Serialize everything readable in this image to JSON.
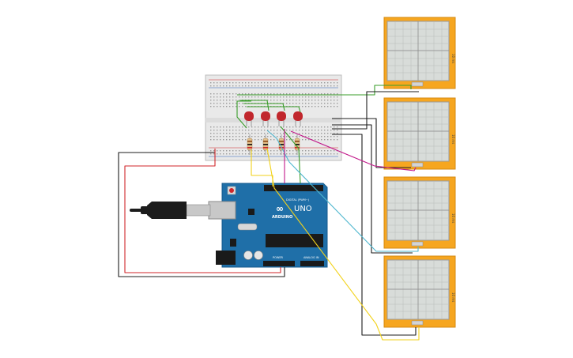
{
  "scene": {
    "board": {
      "brand_text": "ARDUINO",
      "model_text": "UNO",
      "logo_symbol": "∞",
      "digital_header_text": "DIGITAL (PWM~)",
      "power_header_text": "POWER",
      "analog_header_text": "ANALOG IN",
      "color": "#1f6fa8"
    },
    "oscilloscopes": [
      {
        "label": "10 ms",
        "color": "#f6a620"
      },
      {
        "label": "10 ms",
        "color": "#f6a620"
      },
      {
        "label": "10 ms",
        "color": "#f6a620"
      },
      {
        "label": "10 ms",
        "color": "#f6a620"
      }
    ],
    "breadboard": {
      "color": "#e9e9e9"
    },
    "leds": {
      "count": 4,
      "color": "#c1272d"
    },
    "resistors": {
      "count": 4
    },
    "usb_cable": {
      "color": "#1c1c1c"
    },
    "wire_colors": {
      "green": "#3a9d2a",
      "black": "#1c1c1c",
      "red": "#d0262a",
      "yellow": "#f2d21b",
      "cyan": "#4fb7cf",
      "magenta": "#c2188a"
    }
  }
}
